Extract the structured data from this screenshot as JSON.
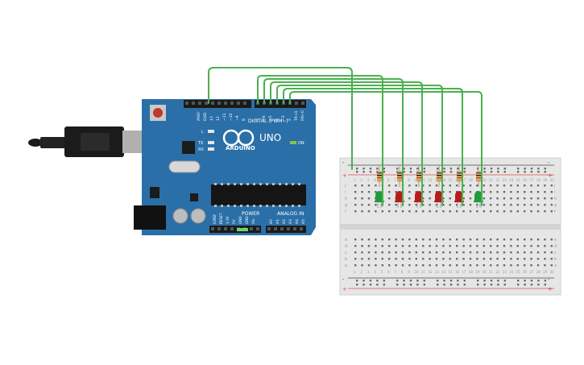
{
  "board": {
    "model": "UNO",
    "brand": "ARDUINO",
    "digital_label": "DIGITAL (PWM~)",
    "power_label": "POWER",
    "analog_label": "ANALOG IN",
    "on_label": "ON",
    "led_l": "L",
    "led_tx": "TX",
    "led_rx": "RX",
    "ioref_labels": [
      "AREF",
      "GND",
      "13",
      "12",
      "~11",
      "~10",
      "~9",
      "8"
    ],
    "io_labels": [
      "7",
      "~6",
      "~5",
      "4",
      "~3",
      "2",
      "TX→1",
      "RX←0"
    ],
    "power_pins": [
      "IOREF",
      "RESET",
      "3.3V",
      "5V",
      "GND",
      "GND",
      "Vin"
    ],
    "analog_pins": [
      "A0",
      "A1",
      "A2",
      "A3",
      "A4",
      "A5"
    ]
  },
  "breadboard": {
    "row_letters_top": [
      "j",
      "i",
      "h",
      "g",
      "f"
    ],
    "row_letters_bottom": [
      "e",
      "d",
      "c",
      "b",
      "a"
    ],
    "rail_plus": "+",
    "rail_minus": "-",
    "column_count": 30
  },
  "leds": [
    {
      "color": "green",
      "hex": "#1e9b3a"
    },
    {
      "color": "red",
      "hex": "#b71c1c"
    },
    {
      "color": "red",
      "hex": "#b71c1c"
    },
    {
      "color": "red",
      "hex": "#b71c1c"
    },
    {
      "color": "red",
      "hex": "#b71c1c"
    },
    {
      "color": "green",
      "hex": "#1e9b3a"
    }
  ],
  "colors": {
    "board_blue": "#2a6fa8",
    "wire_green": "#4caf50",
    "breadboard": "#e6e6e6"
  }
}
